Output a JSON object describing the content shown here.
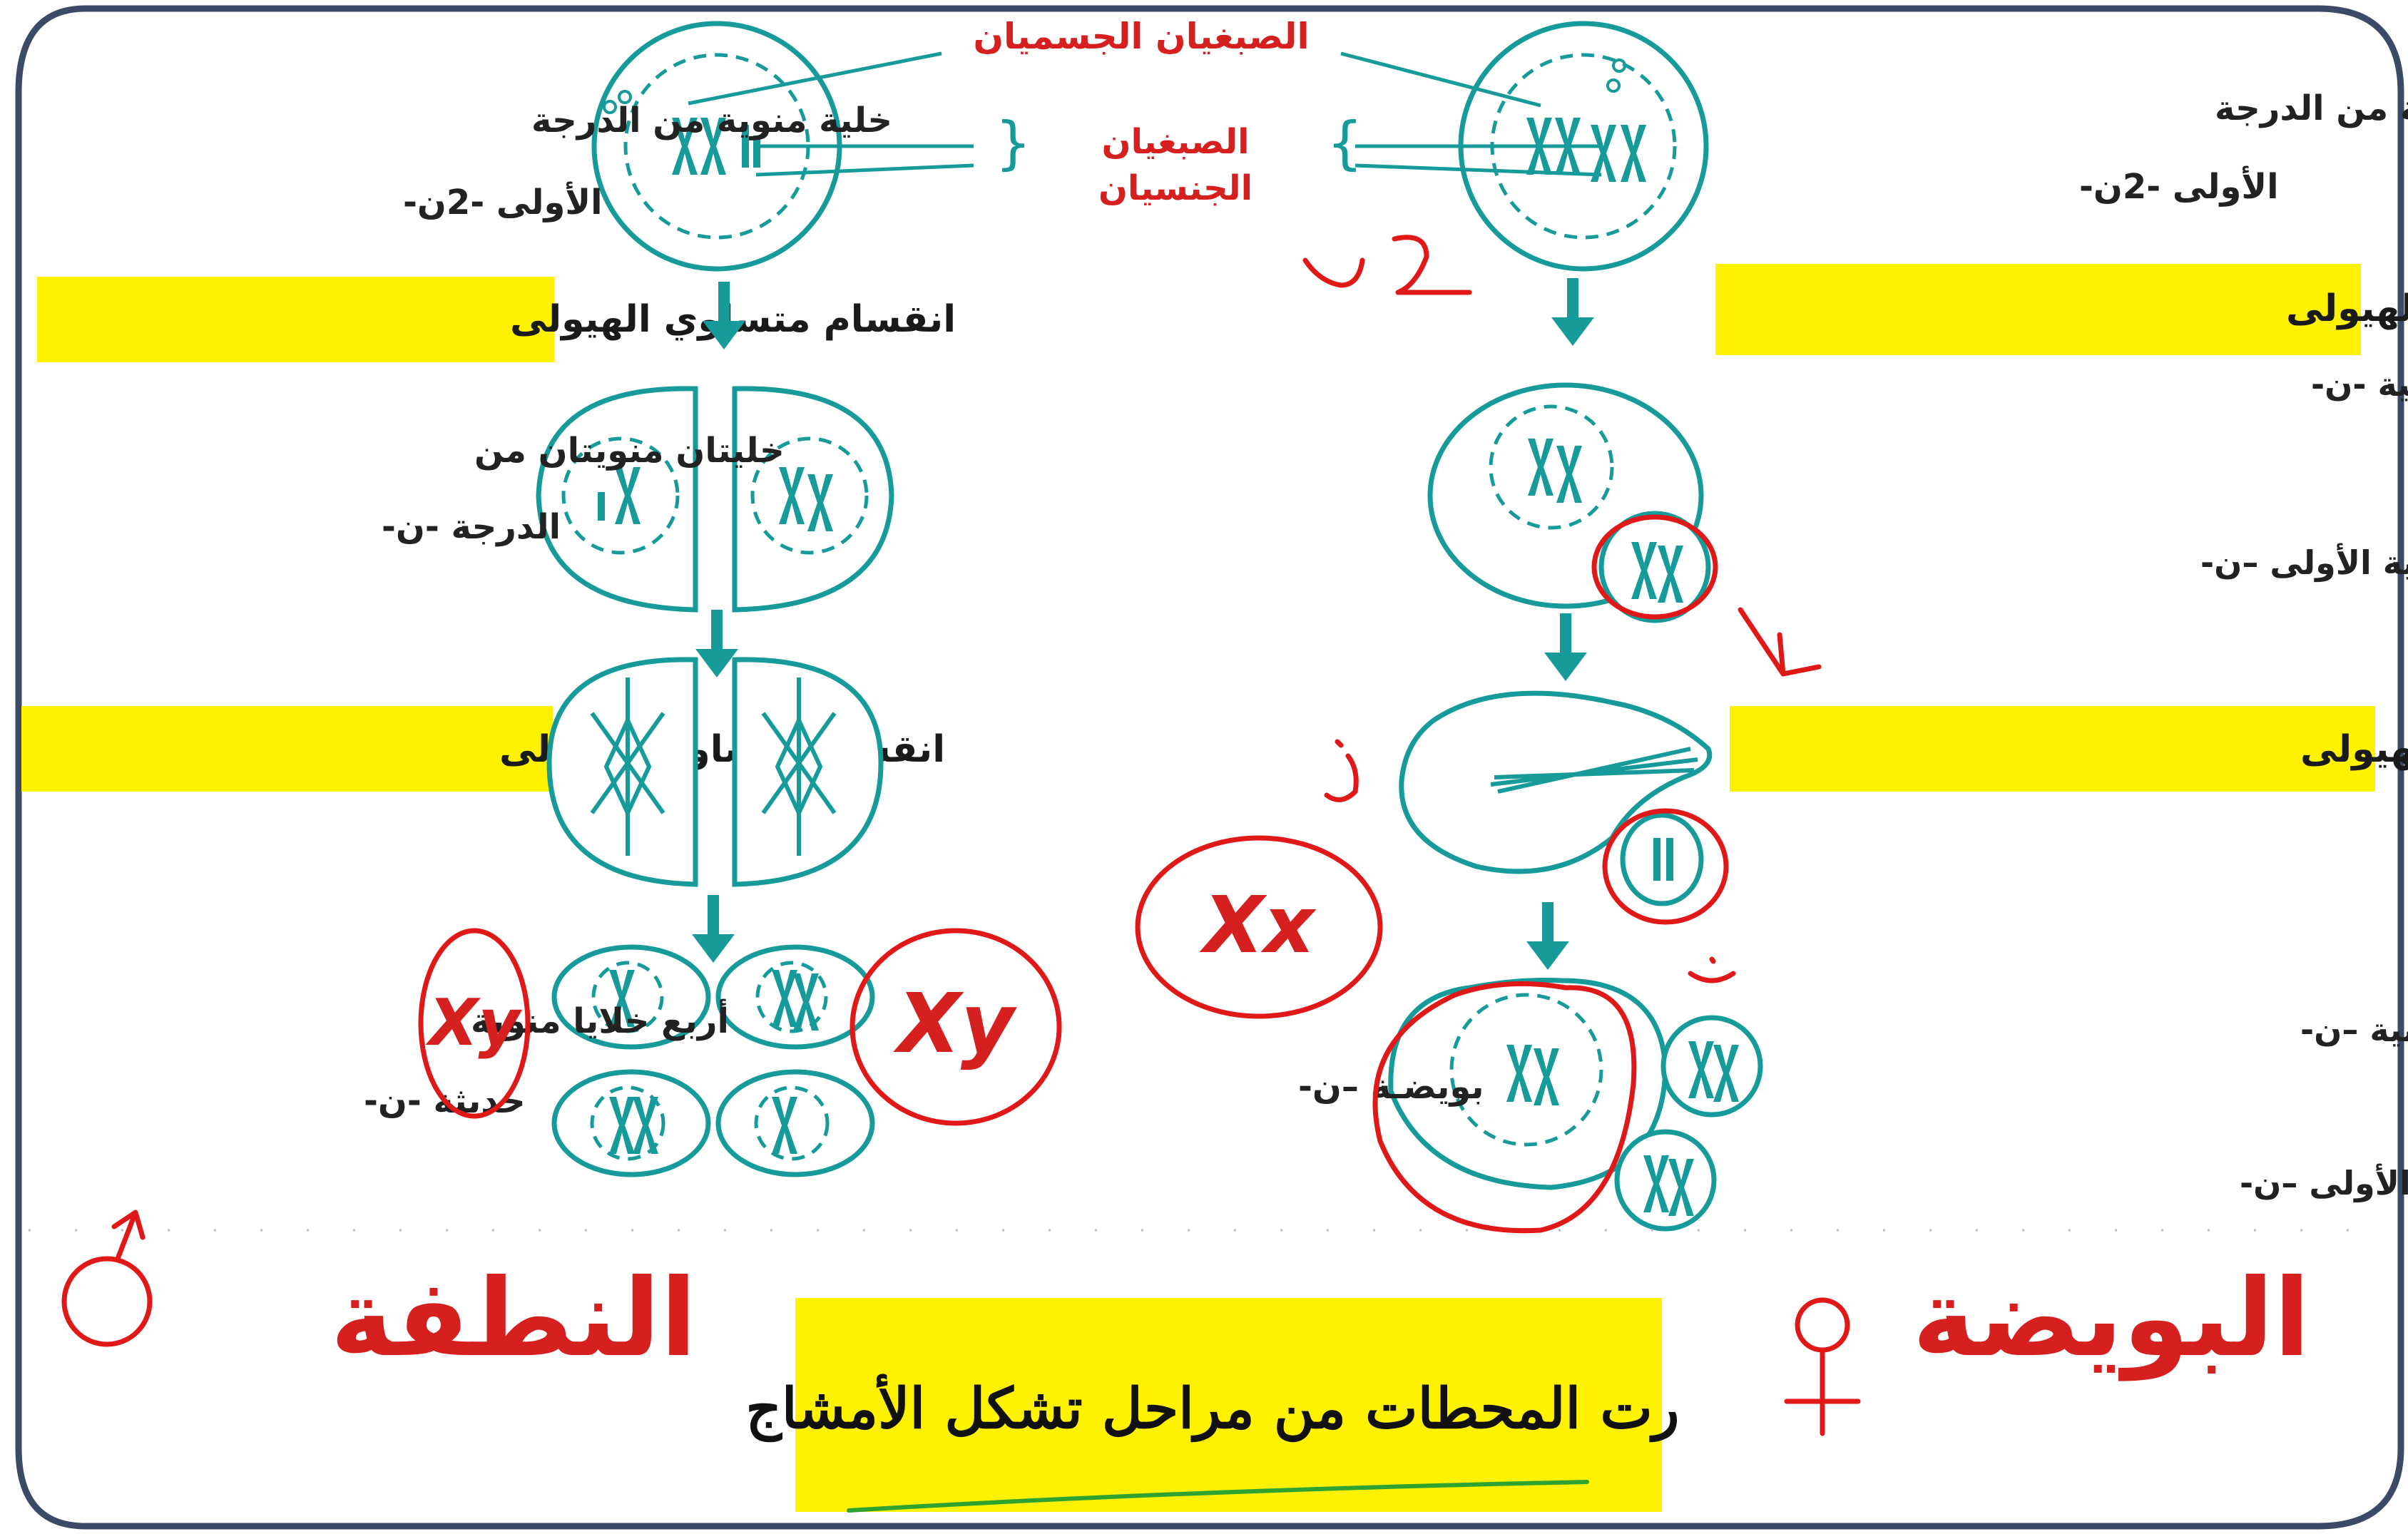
{
  "colors": {
    "frame": "#3b4a66",
    "cell_stroke": "#169a9a",
    "highlight": "#fff200",
    "label_red": "#d62020",
    "annotation_red": "#e01818",
    "underline_green": "#2fa32f"
  },
  "labels": {
    "autosomes": "الصبغيان الجسميان",
    "sex_chromosomes_line1": "الصبغيان",
    "sex_chromosomes_line2": "الجنسيان",
    "primary_spermatocyte_line1": "خلية منوية من الدرجة",
    "primary_spermatocyte_line2": "الأولى -2ن-",
    "primary_oocyte_line1": "خلية بيضية من الدرجة",
    "primary_oocyte_line2": "الأولى -2ن-",
    "secondary_spermatocytes_line1": "خليتان منويتان من",
    "secondary_spermatocytes_line2": "الدرجة -ن-",
    "secondary_oocyte": "خلية بيضية من الدرجة الثانية -ن-",
    "first_polar_body_top": "الكرية القطبية الأولى –ن-",
    "four_spermatids_line1": "أربع خلايا منوية",
    "four_spermatids_line2": "حديثة -ن-",
    "ovum": "بويضـة –ن-",
    "second_polar_body": "الكرية القطبية الثانية –ن-",
    "first_polar_body_bottom": "الكرية القطبية الأولى –ن-",
    "chrom_x": "X",
    "chrom_y": "Y"
  },
  "highlights": {
    "equal_division_1": "انقسام متساوي الهيولى",
    "equal_division_2": "انقسام متساوي الهيولى",
    "unequal_division_1": "انقسام غير متساوي للهيولى",
    "unequal_division_2": "انقسام غير متساوي للهيولى"
  },
  "title": "رت المحطات من مراحل تشكل الأمشاج",
  "handwriting": {
    "sperm": "النطفة",
    "ovule": "البويضة",
    "male_symbol": "♂",
    "female_symbol": "♀",
    "two_n": "2 ن",
    "n_mark": "ن",
    "xy_1": "Xy",
    "xy_2": "Xy",
    "xx": "Xx"
  },
  "icons": [
    "down-arrow-icon",
    "chromosome-icon",
    "male-symbol-icon",
    "female-symbol-icon"
  ]
}
